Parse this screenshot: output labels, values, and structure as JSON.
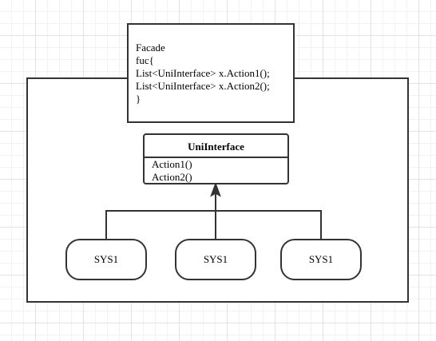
{
  "facade": {
    "lines": [
      "Facade",
      "fuc{",
      "List<UniInterface> x.Action1();",
      "List<UniInterface> x.Action2();",
      "}"
    ]
  },
  "interface_class": {
    "name": "UniInterface",
    "members": [
      "Action1()",
      "Action2()"
    ]
  },
  "subsystems": [
    {
      "label": "SYS1"
    },
    {
      "label": "SYS1"
    },
    {
      "label": "SYS1"
    }
  ],
  "colors": {
    "stroke": "#333333",
    "background": "#ffffff",
    "grid": "#e2e2e2"
  }
}
